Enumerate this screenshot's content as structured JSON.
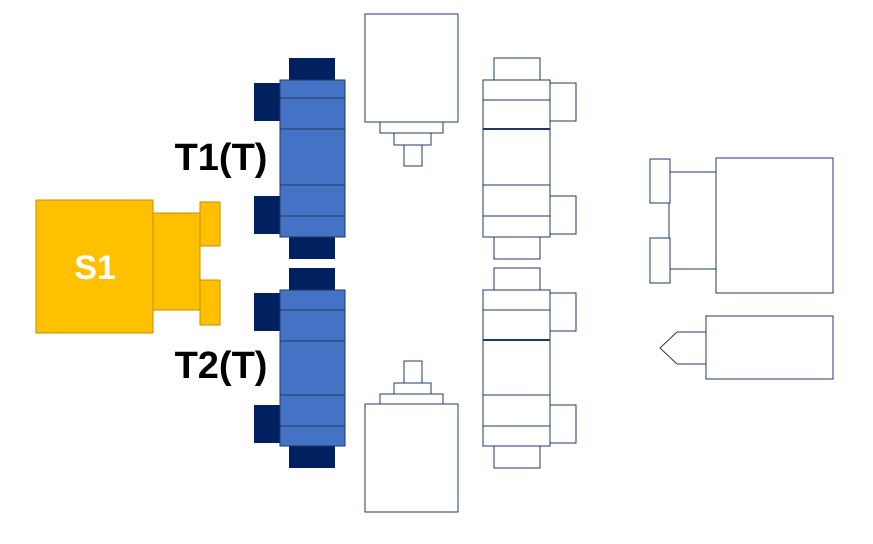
{
  "labels": {
    "spindle": "S1",
    "turret_top": "T1(T)",
    "turret_bottom": "T2(T)"
  },
  "colors": {
    "spindle_fill": "#FFC000",
    "spindle_stroke": "#C08F00",
    "spindle_text": "#ffffff",
    "turret_fill": "#4472C4",
    "turret_dark": "#002060",
    "turret_stroke": "#1F3864",
    "outline_stroke": "#1F3864",
    "label_text": "#000000"
  }
}
